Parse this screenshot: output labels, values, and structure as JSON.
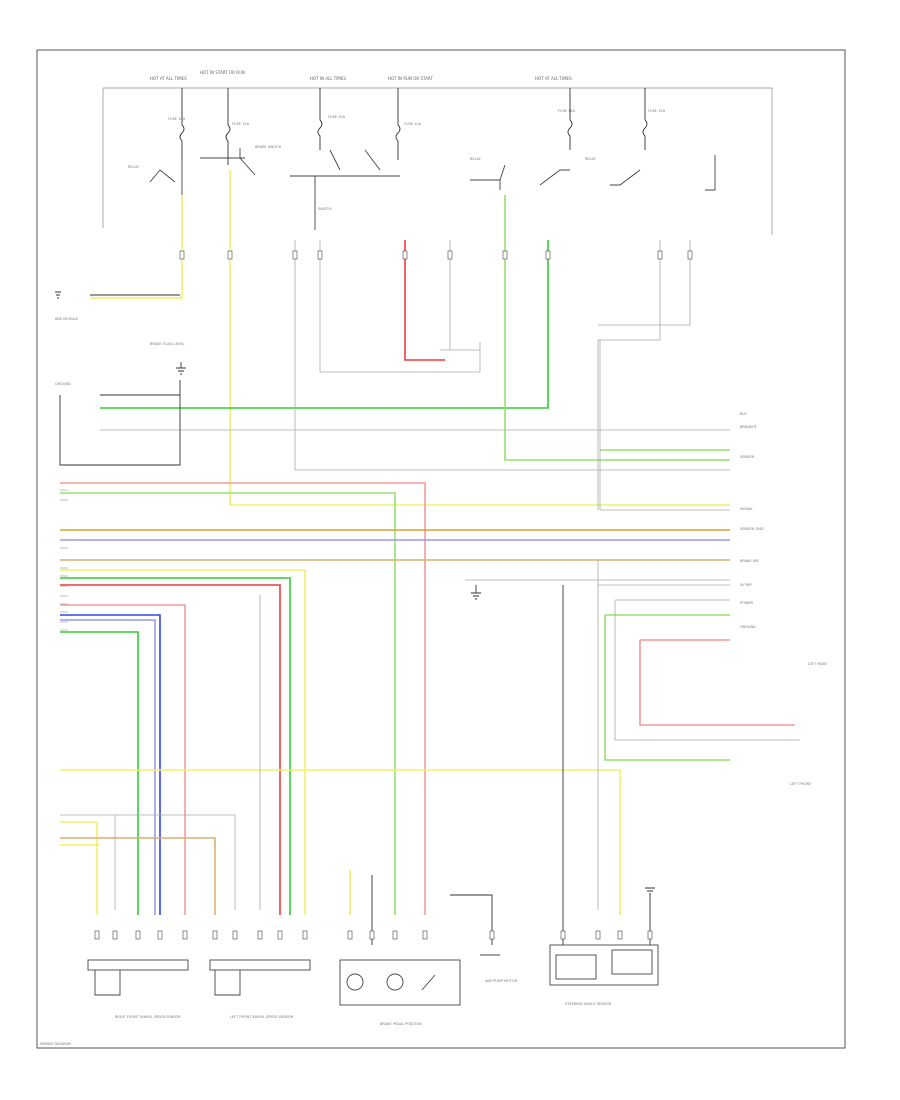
{
  "colors": {
    "yellow": "#f2f06a",
    "green": "#33cc33",
    "light_green": "#99e06a",
    "red": "#ee3b3b",
    "pink": "#f39a9a",
    "orange": "#e0a030",
    "tan": "#d8b070",
    "blue": "#3344ee",
    "violet": "#9999ee",
    "gray": "#aaaaaa",
    "dark": "#444444"
  },
  "diagram_id": "WIRING DIAGRAM",
  "labels": {
    "top": [
      {
        "text": "HOT AT ALL TIMES"
      },
      {
        "text": "HOT IN START OR RUN"
      },
      {
        "text": "HOT IN ALL TIMES"
      },
      {
        "text": "HOT IN RUN OR START"
      },
      {
        "text": "HOT AT ALL TIMES"
      }
    ],
    "fuses": [
      {
        "text": "FUSE 10A"
      },
      {
        "text": "FUSE 15A"
      },
      {
        "text": "FUSE 10A"
      },
      {
        "text": "FUSE 10A"
      },
      {
        "text": "FUSE 15A"
      },
      {
        "text": "FUSE 15A"
      }
    ],
    "relays": [
      {
        "text": "RELAY"
      },
      {
        "text": "BRAKE SWITCH"
      },
      {
        "text": "SWITCH"
      },
      {
        "text": "RELAY"
      },
      {
        "text": "RELAY"
      }
    ],
    "right": [
      {
        "text": "BLK"
      },
      {
        "text": "BRN/WHT"
      },
      {
        "text": "SENSOR"
      },
      {
        "text": "SIGNAL"
      },
      {
        "text": "SENSOR GND"
      },
      {
        "text": "BRAKE SW"
      },
      {
        "text": "5V REF"
      },
      {
        "text": "POWER"
      },
      {
        "text": "GROUND"
      },
      {
        "text": "LEFT REAR"
      },
      {
        "text": "LEFT FRONT"
      }
    ],
    "left": [
      {
        "text": "ABS MODULE"
      },
      {
        "text": "GROUND"
      },
      {
        "text": "BRAKE FLUID LEVEL"
      }
    ],
    "components": [
      {
        "text": "RIGHT FRONT WHEEL SPEED SENSOR"
      },
      {
        "text": "LEFT FRONT WHEEL SPEED SENSOR"
      },
      {
        "text": "BRAKE PEDAL POSITION"
      },
      {
        "text": "ABS PUMP MOTOR"
      },
      {
        "text": "STEERING ANGLE SENSOR"
      }
    ]
  }
}
